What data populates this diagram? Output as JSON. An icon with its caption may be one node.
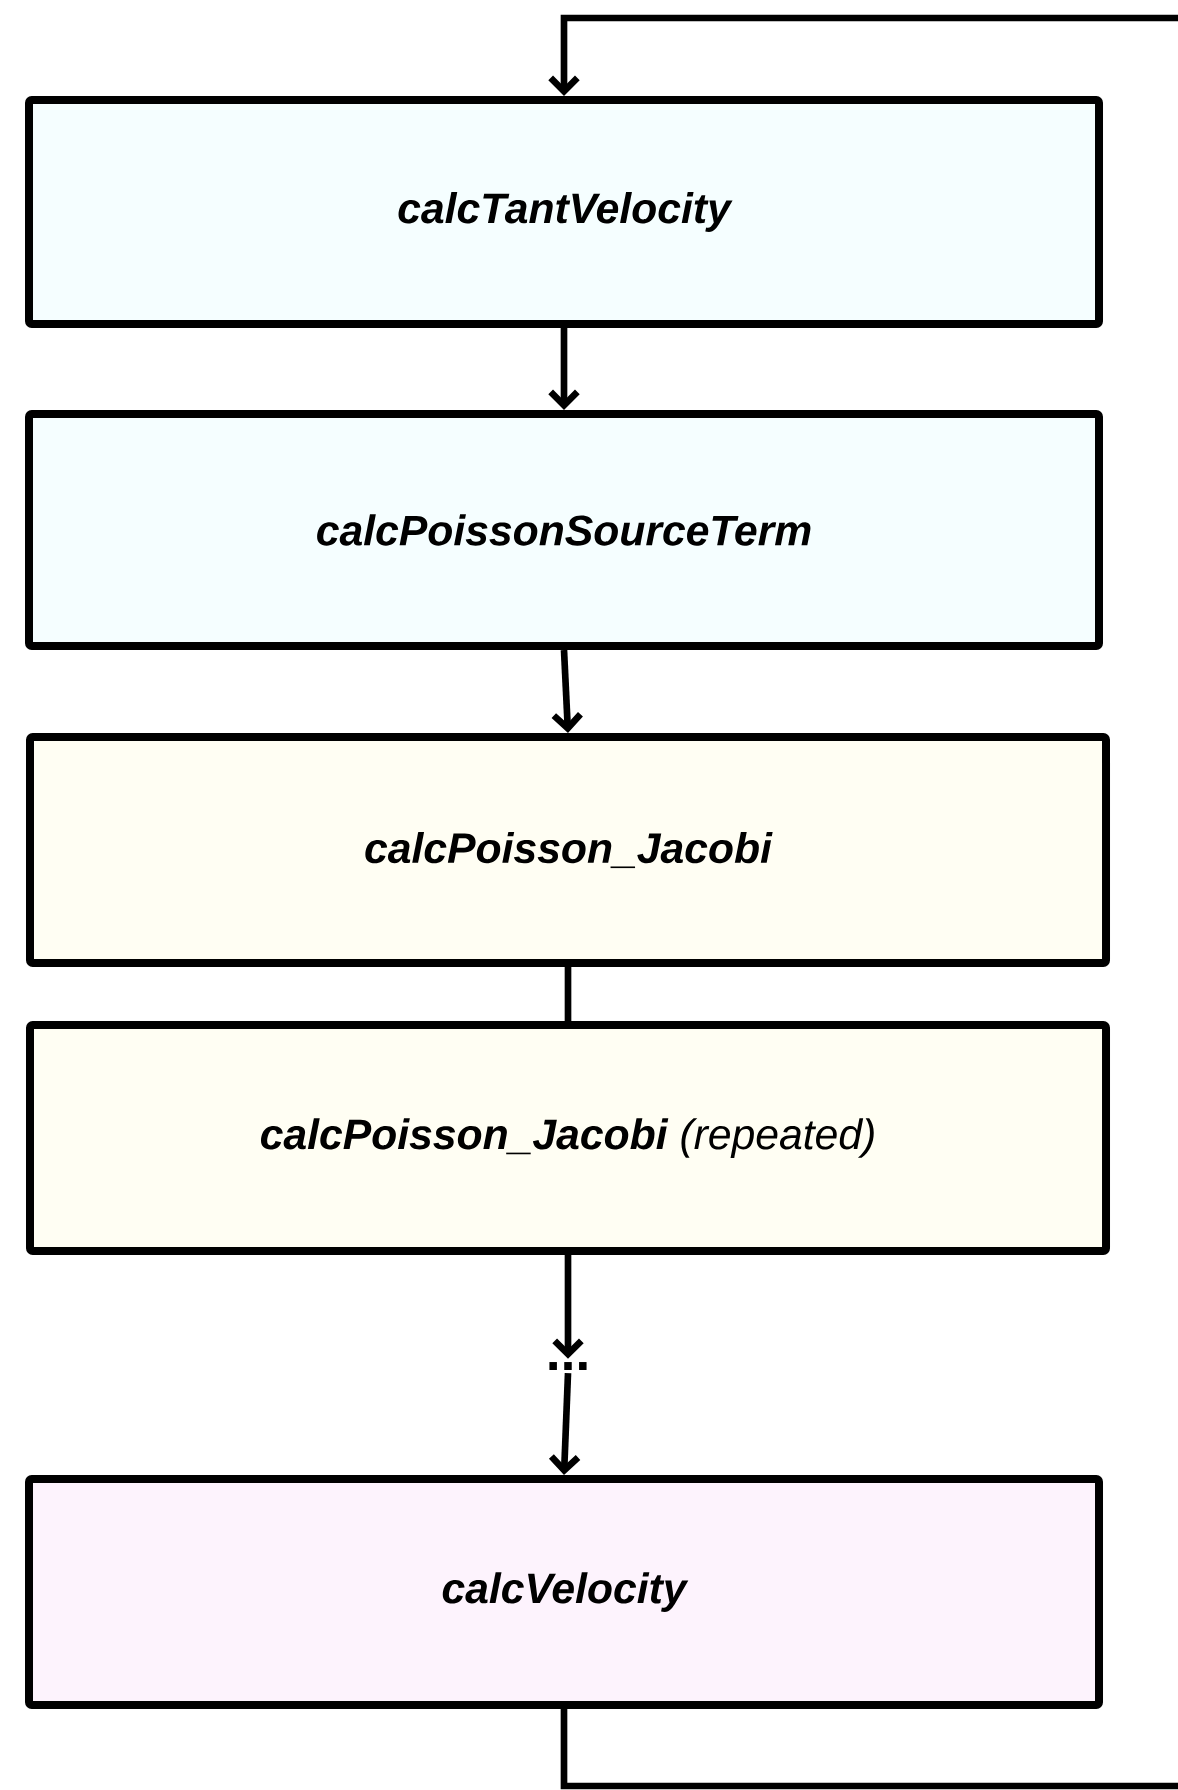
{
  "diagram": {
    "nodes": [
      {
        "text": [
          "calcTantVelocity"
        ]
      },
      {
        "text": [
          "calcPoissonSourceTerm"
        ]
      },
      {
        "text": [
          "calcPoisson_Jacobi"
        ]
      },
      {
        "text": [
          "**calcPoisson_Jacobi** (repeated)"
        ]
      },
      {
        "text": [
          "..."
        ]
      },
      {
        "text": [
          "calcVelocity"
        ]
      }
    ],
    "edges": [
      {
        "from": 0,
        "to": 1,
        "arrow": "to"
      },
      {
        "from": 1,
        "to": 2,
        "arrow": "to"
      },
      {
        "from": 2,
        "to": 3,
        "arrow": "none"
      },
      {
        "from": 3,
        "to": 4,
        "arrow": "to"
      },
      {
        "from": 4,
        "to": 5,
        "arrow": "to"
      },
      {
        "from": 5,
        "to": 0,
        "arrow": "to"
      }
    ]
  }
}
